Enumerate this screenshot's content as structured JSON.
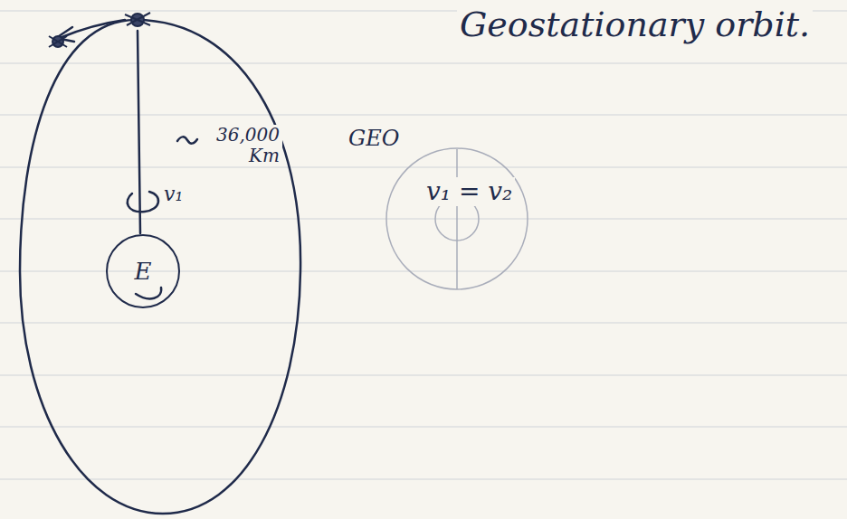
{
  "diagram": {
    "nodes": [
      {
        "text": [
          "E"
        ]
      }
    ],
    "labels": [
      "Geostationary orbit.",
      "36,000 Km",
      "v₁",
      "GEO",
      "v₁ = v₂"
    ]
  }
}
